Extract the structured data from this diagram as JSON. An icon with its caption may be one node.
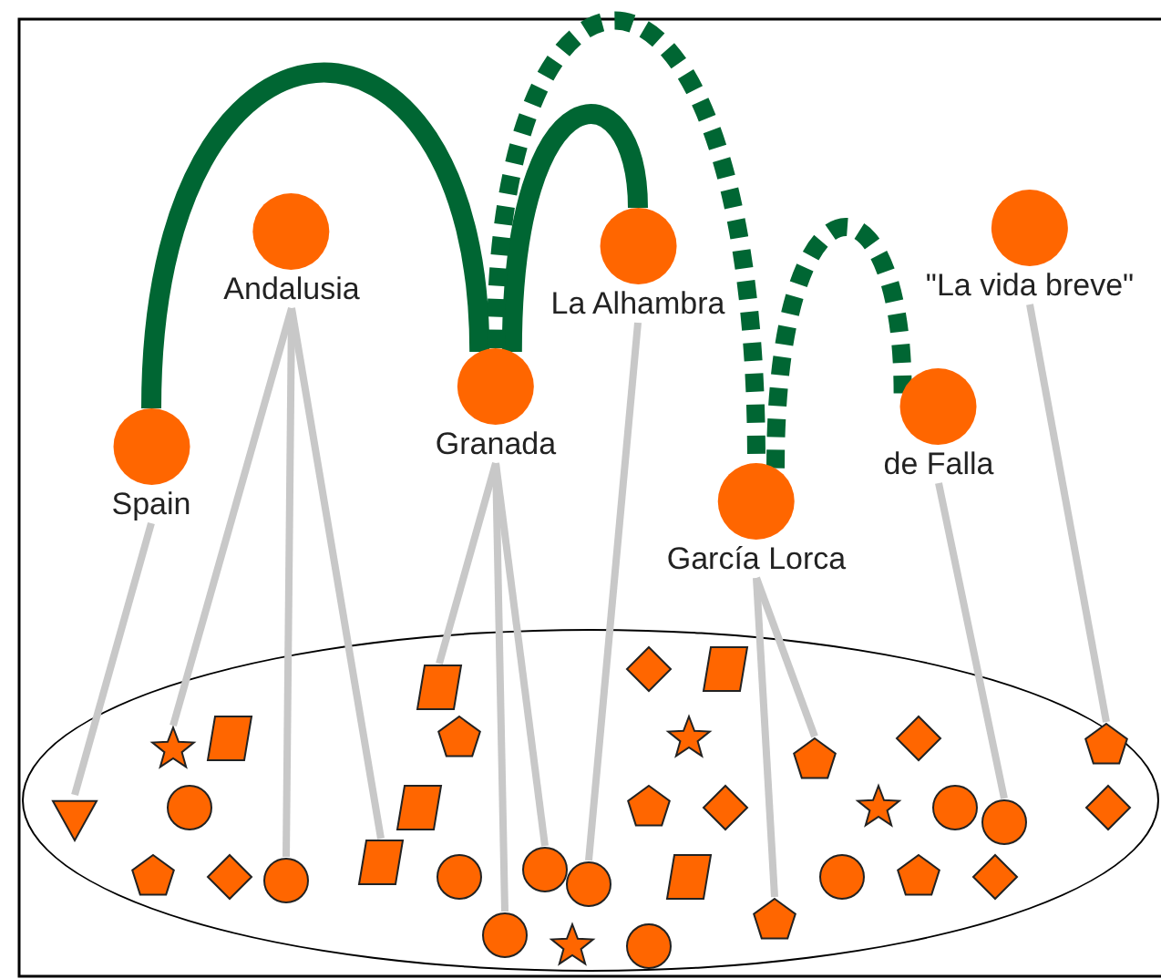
{
  "diagram": {
    "nodes": [
      {
        "text": [
          "Spain"
        ]
      },
      {
        "text": [
          "Andalusia"
        ]
      },
      {
        "text": [
          "Granada"
        ]
      },
      {
        "text": [
          "La Alhambra"
        ]
      },
      {
        "text": [
          "García Lorca"
        ]
      },
      {
        "text": [
          "de Falla"
        ]
      },
      {
        "text": [
          "\"La vida breve\""
        ]
      },
      {
        "text": [],
        "shape": "ellipse"
      },
      {
        "text": [],
        "shape": "triangle",
        "in": 7
      },
      {
        "text": [],
        "shape": "star",
        "in": 7
      },
      {
        "text": [],
        "shape": "circle",
        "in": 7
      },
      {
        "text": [],
        "shape": "box",
        "in": 7
      },
      {
        "text": [],
        "shape": "box",
        "in": 7
      },
      {
        "text": [],
        "shape": "circle",
        "in": 7
      },
      {
        "text": [],
        "shape": "circle",
        "in": 7
      },
      {
        "text": [],
        "shape": "circle",
        "in": 7
      },
      {
        "text": [],
        "shape": "pentagon",
        "in": 7
      },
      {
        "text": [],
        "shape": "pentagon",
        "in": 7
      },
      {
        "text": [],
        "shape": "circle",
        "in": 7
      },
      {
        "text": [],
        "shape": "pentagon",
        "in": 7
      }
    ],
    "edges": [
      {
        "from": 0,
        "to": 2,
        "arrow": "none",
        "style": "thick",
        "color": "#006633"
      },
      {
        "from": 2,
        "to": 3,
        "arrow": "none",
        "style": "thick",
        "color": "#006633"
      },
      {
        "from": 2,
        "to": 4,
        "arrow": "none",
        "style": "dashed",
        "color": "#006633"
      },
      {
        "from": 4,
        "to": 5,
        "arrow": "none",
        "style": "dashed",
        "color": "#006633"
      },
      {
        "from": 0,
        "to": 8,
        "arrow": "none"
      },
      {
        "from": 1,
        "to": 9,
        "arrow": "none"
      },
      {
        "from": 1,
        "to": 10,
        "arrow": "none"
      },
      {
        "from": 1,
        "to": 11,
        "arrow": "none"
      },
      {
        "from": 2,
        "to": 12,
        "arrow": "none"
      },
      {
        "from": 2,
        "to": 13,
        "arrow": "none"
      },
      {
        "from": 2,
        "to": 14,
        "arrow": "none"
      },
      {
        "from": 3,
        "to": 15,
        "arrow": "none"
      },
      {
        "from": 4,
        "to": 16,
        "arrow": "none"
      },
      {
        "from": 4,
        "to": 17,
        "arrow": "none"
      },
      {
        "from": 5,
        "to": 18,
        "arrow": "none"
      },
      {
        "from": 6,
        "to": 19,
        "arrow": "none"
      }
    ]
  }
}
